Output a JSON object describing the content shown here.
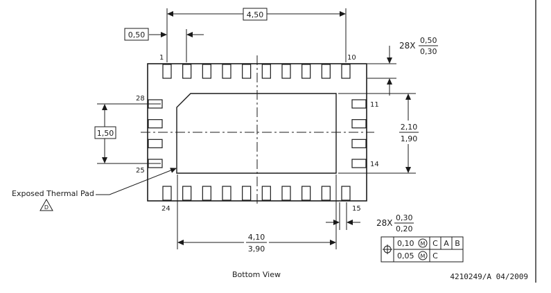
{
  "dimensions": {
    "pitch": "0,50",
    "span_width": "4,50",
    "lead_width_qty": "28X",
    "lead_width_max": "0,50",
    "lead_width_min": "0,30",
    "pad_height_max": "2,10",
    "pad_height_min": "1,90",
    "pin_span_side": "1,50",
    "pad_width_max": "4,10",
    "pad_width_min": "3,90",
    "lead_len_qty": "28X",
    "lead_len_max": "0,30",
    "lead_len_min": "0,20"
  },
  "pins": {
    "p1": "1",
    "p10": "10",
    "p11": "11",
    "p14": "14",
    "p15": "15",
    "p24": "24",
    "p25": "25",
    "p28": "28"
  },
  "labels": {
    "thermal_pad": "Exposed Thermal Pad",
    "note_ref": "D",
    "view": "Bottom View",
    "drawing_number": "4210249/A 04/2009"
  },
  "tolerance": {
    "row1_value": "0,10",
    "row1_datums": [
      "C",
      "A",
      "B"
    ],
    "row2_value": "0,05",
    "row2_datums": [
      "C"
    ],
    "modifier": "M"
  }
}
